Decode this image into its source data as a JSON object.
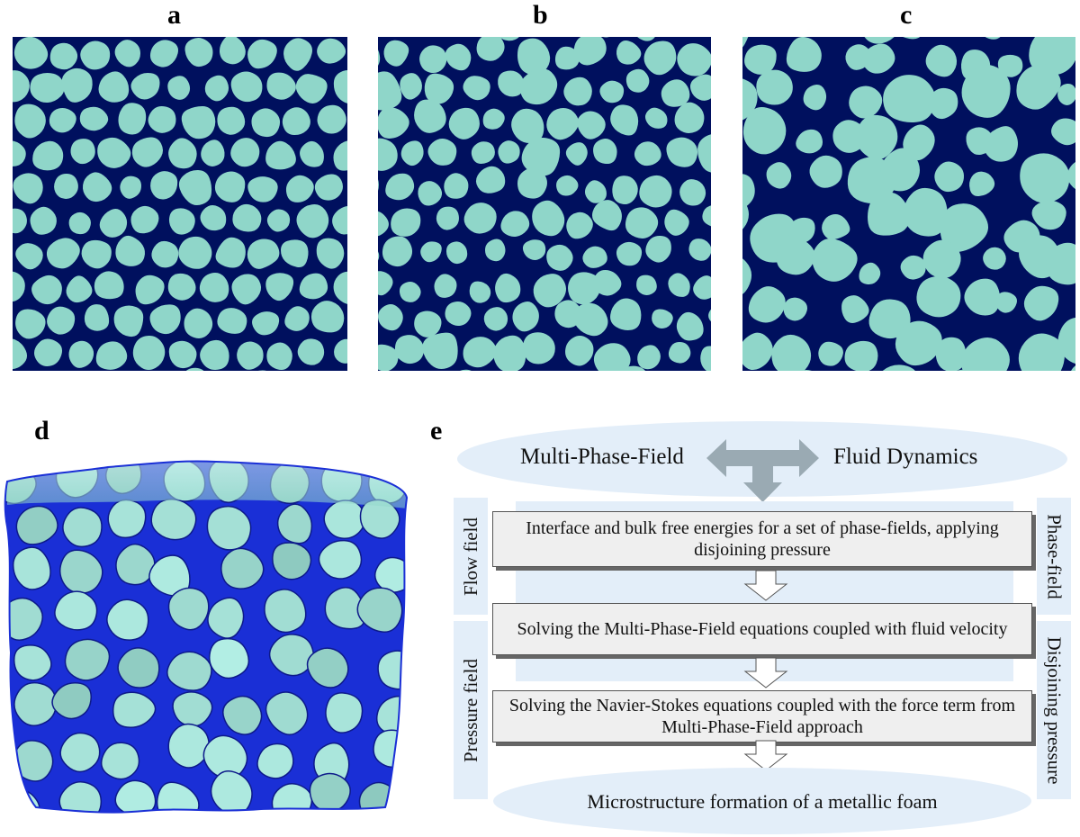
{
  "panels": {
    "a": "a",
    "b": "b",
    "c": "c",
    "d": "d",
    "e": "e"
  },
  "colors": {
    "cell": "#8fd6c9",
    "film": "#00105e",
    "film3d": "#1a2fd6",
    "flow_bg": "#e3eef9",
    "arrow": "#9aaab3"
  },
  "flowchart": {
    "top_left": "Multi-Phase-Field",
    "top_right": "Fluid Dynamics",
    "left_top": "Flow field",
    "left_bottom": "Pressure field",
    "right_top": "Phase-field",
    "right_bottom": "Disjoining pressure",
    "step1": "Interface and bulk free energies for a set of phase-fields, applying disjoining pressure",
    "step2": "Solving the Multi-Phase-Field equations coupled with fluid velocity",
    "step3": "Solving the Navier-Stokes equations coupled with the force term from Multi-Phase-Field approach",
    "result": "Microstructure formation of a metallic foam"
  }
}
